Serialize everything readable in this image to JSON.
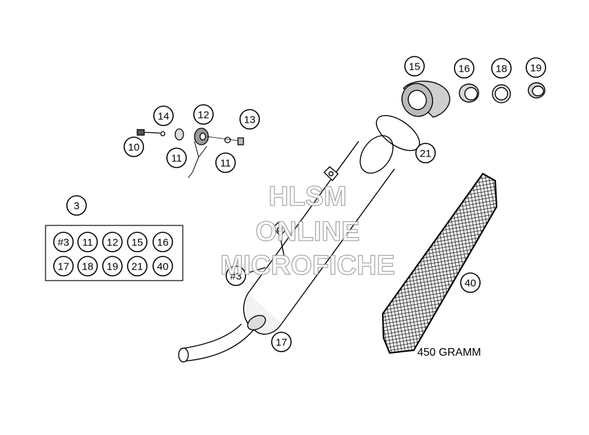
{
  "callouts": {
    "c3": "3",
    "c10": "10",
    "c11a": "11",
    "c11b": "11",
    "c12": "12",
    "c13": "13",
    "c14": "14",
    "c15": "15",
    "c16": "16",
    "c17": "17",
    "c18": "18",
    "c19": "19",
    "c21": "21",
    "c40": "40",
    "c3ref": "#3"
  },
  "kit_table": {
    "row1": [
      "#3",
      "11",
      "12",
      "15",
      "16"
    ],
    "row2": [
      "17",
      "18",
      "19",
      "21",
      "40"
    ]
  },
  "weight_note": "450 GRAMM",
  "watermark": {
    "line1": "HLSM",
    "line2": "ONLINE",
    "line3": "MICROFICHE"
  }
}
